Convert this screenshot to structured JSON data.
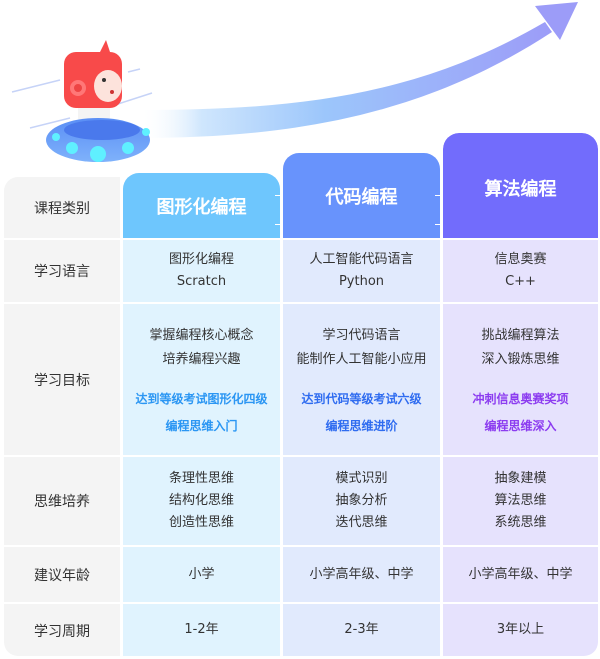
{
  "hero": {
    "mascot": "monkey-on-ufo-illustration",
    "arrow": "rising-arrow-icon",
    "colors": {
      "arrow_start": "#ddeeff",
      "arrow_end": "#9a9cf8"
    }
  },
  "table": {
    "row_labels": [
      "课程类别",
      "学习语言",
      "学习目标",
      "思维培养",
      "建议年龄",
      "学习周期"
    ],
    "columns": [
      {
        "title": "图形化编程",
        "color": "#6ec6fd",
        "language": [
          "图形化编程",
          "Scratch"
        ],
        "goals": [
          "掌握编程核心概念",
          "培养编程兴趣"
        ],
        "goal_highlights": [
          "达到等级考试图形化四级",
          "编程思维入门"
        ],
        "thinking": [
          "条理性思维",
          "结构化思维",
          "创造性思维"
        ],
        "age": "小学",
        "period": "1-2年"
      },
      {
        "title": "代码编程",
        "color": "#6893fc",
        "language": [
          "人工智能代码语言",
          "Python"
        ],
        "goals": [
          "学习代码语言",
          "能制作人工智能小应用"
        ],
        "goal_highlights": [
          "达到代码等级考试六级",
          "编程思维进阶"
        ],
        "thinking": [
          "模式识别",
          "抽象分析",
          "迭代思维"
        ],
        "age": "小学高年级、中学",
        "period": "2-3年"
      },
      {
        "title": "算法编程",
        "color": "#726cfc",
        "language": [
          "信息奥赛",
          "C++"
        ],
        "goals": [
          "挑战编程算法",
          "深入锻炼思维"
        ],
        "goal_highlights": [
          "冲刺信息奥赛奖项",
          "编程思维深入"
        ],
        "thinking": [
          "抽象建模",
          "算法思维",
          "系统思维"
        ],
        "age": "小学高年级、中学",
        "period": "3年以上"
      }
    ]
  }
}
